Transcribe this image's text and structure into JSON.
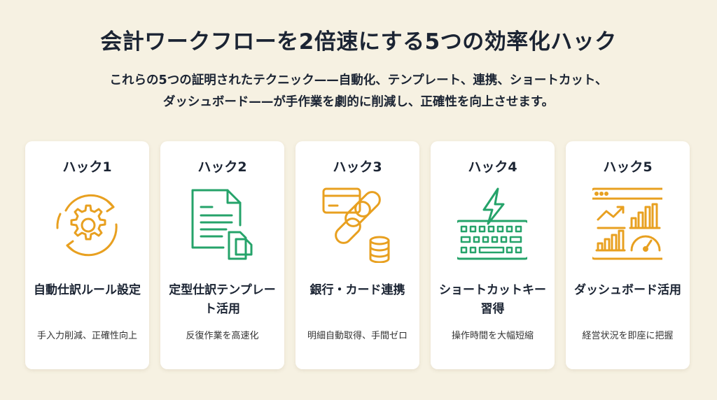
{
  "title": "会計ワークフローを2倍速にする5つの効率化ハック",
  "subtitle_line1": "これらの5つの証明されたテクニック——自動化、テンプレート、連携、ショートカット、",
  "subtitle_line2": "ダッシュボード——が手作業を劇的に削減し、正確性を向上させます。",
  "colors": {
    "orange": "#e8a020",
    "green": "#25a36a",
    "background": "#f6f1e2"
  },
  "cards": [
    {
      "label": "ハック1",
      "icon": "gear-cycle-icon",
      "name": "自動仕訳ルール設定",
      "desc": "手入力削減、正確性向上"
    },
    {
      "label": "ハック2",
      "icon": "document-template-icon",
      "name": "定型仕訳テンプレート活用",
      "desc": "反復作業を高速化"
    },
    {
      "label": "ハック3",
      "icon": "bank-link-icon",
      "name": "銀行・カード連携",
      "desc": "明細自動取得、手間ゼロ"
    },
    {
      "label": "ハック4",
      "icon": "keyboard-lightning-icon",
      "name": "ショートカットキー習得",
      "desc": "操作時間を大幅短縮"
    },
    {
      "label": "ハック5",
      "icon": "dashboard-icon",
      "name": "ダッシュボード活用",
      "desc": "経営状況を即座に把握"
    }
  ]
}
